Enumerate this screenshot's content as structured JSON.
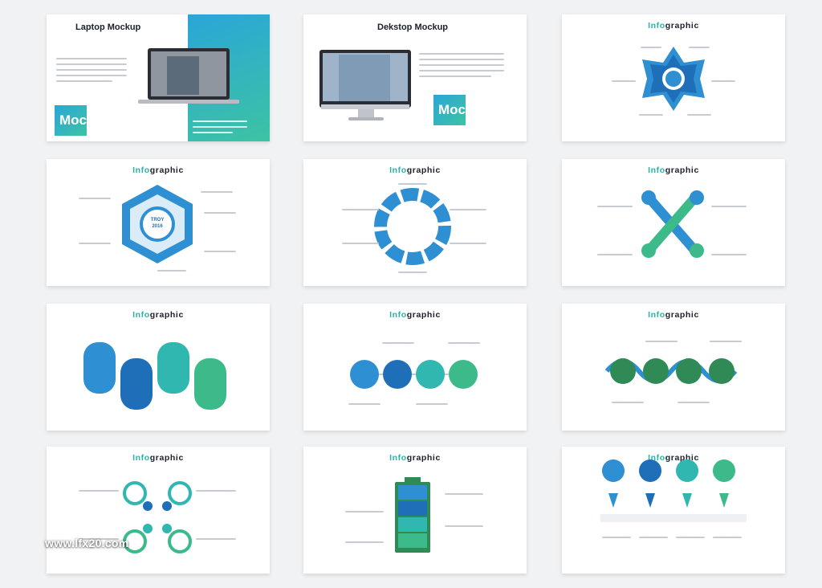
{
  "titles": {
    "laptop": "Laptop Mockup",
    "desktop": "Dekstop Mockup",
    "infographic_accent": "Info",
    "infographic_rest": "graphic"
  },
  "mockup_label": "Mockup",
  "hexagon_center": {
    "line1": "TROY",
    "line2": "2016"
  },
  "watermark": "www.lfx20.com",
  "colors": {
    "blue_dark": "#1f6fb8",
    "blue": "#2f8fd3",
    "teal": "#2fb7b0",
    "green": "#3dba8a",
    "dark_green": "#2f8a55"
  }
}
